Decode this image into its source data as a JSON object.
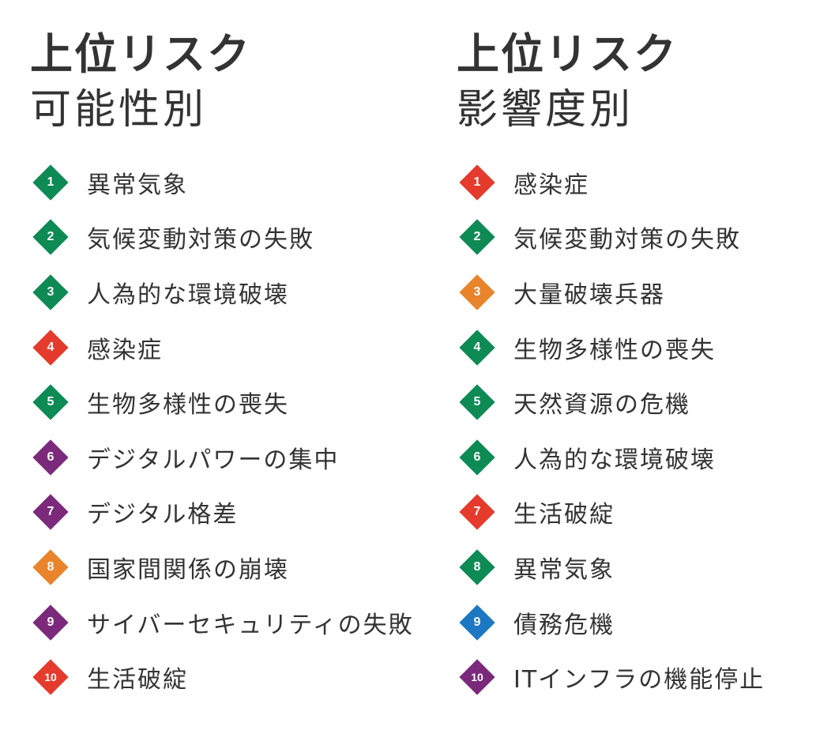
{
  "left": {
    "title": "上位リスク",
    "subtitle": "可能性別",
    "items": [
      {
        "rank": "1",
        "label": "異常気象",
        "color": "green"
      },
      {
        "rank": "2",
        "label": "気候変動対策の失敗",
        "color": "green"
      },
      {
        "rank": "3",
        "label": "人為的な環境破壊",
        "color": "green"
      },
      {
        "rank": "4",
        "label": "感染症",
        "color": "red"
      },
      {
        "rank": "5",
        "label": "生物多様性の喪失",
        "color": "green"
      },
      {
        "rank": "6",
        "label": "デジタルパワーの集中",
        "color": "purple"
      },
      {
        "rank": "7",
        "label": "デジタル格差",
        "color": "purple"
      },
      {
        "rank": "8",
        "label": "国家間関係の崩壊",
        "color": "orange"
      },
      {
        "rank": "9",
        "label": "サイバーセキュリティの失敗",
        "color": "purple"
      },
      {
        "rank": "10",
        "label": "生活破綻",
        "color": "red"
      }
    ]
  },
  "right": {
    "title": "上位リスク",
    "subtitle": "影響度別",
    "items": [
      {
        "rank": "1",
        "label": "感染症",
        "color": "red"
      },
      {
        "rank": "2",
        "label": "気候変動対策の失敗",
        "color": "green"
      },
      {
        "rank": "3",
        "label": "大量破壊兵器",
        "color": "orange"
      },
      {
        "rank": "4",
        "label": "生物多様性の喪失",
        "color": "green"
      },
      {
        "rank": "5",
        "label": "天然資源の危機",
        "color": "green"
      },
      {
        "rank": "6",
        "label": "人為的な環境破壊",
        "color": "green"
      },
      {
        "rank": "7",
        "label": "生活破綻",
        "color": "red"
      },
      {
        "rank": "8",
        "label": "異常気象",
        "color": "green"
      },
      {
        "rank": "9",
        "label": "債務危機",
        "color": "blue"
      },
      {
        "rank": "10",
        "label": "ITインフラの機能停止",
        "color": "purple"
      }
    ]
  },
  "colors": {
    "green": "#0e8a55",
    "red": "#e53b2c",
    "purple": "#7b2a7b",
    "orange": "#e8842c",
    "blue": "#1c78c2"
  }
}
